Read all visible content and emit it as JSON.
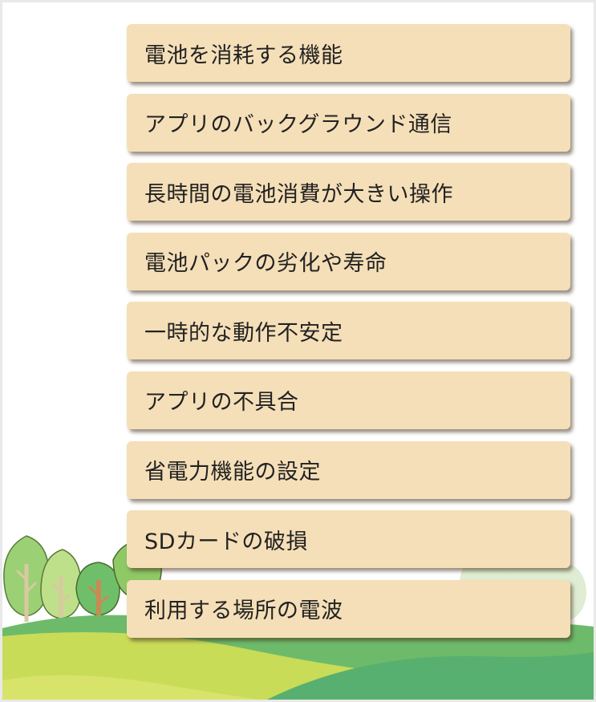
{
  "menu": {
    "items": [
      {
        "label": "電池を消耗する機能"
      },
      {
        "label": "アプリのバックグラウンド通信"
      },
      {
        "label": "長時間の電池消費が大きい操作"
      },
      {
        "label": "電池パックの劣化や寿命"
      },
      {
        "label": "一時的な動作不安定"
      },
      {
        "label": "アプリの不具合"
      },
      {
        "label": "省電力機能の設定"
      },
      {
        "label": "SDカードの破損"
      },
      {
        "label": "利用する場所の電波"
      }
    ]
  },
  "colors": {
    "item_background": "#f5dfb8",
    "item_text": "#222222",
    "page_background": "#ffffff",
    "hill_light": "#c8dc58",
    "hill_dark": "#6dbb6a",
    "tree_green": "#8fc965"
  }
}
